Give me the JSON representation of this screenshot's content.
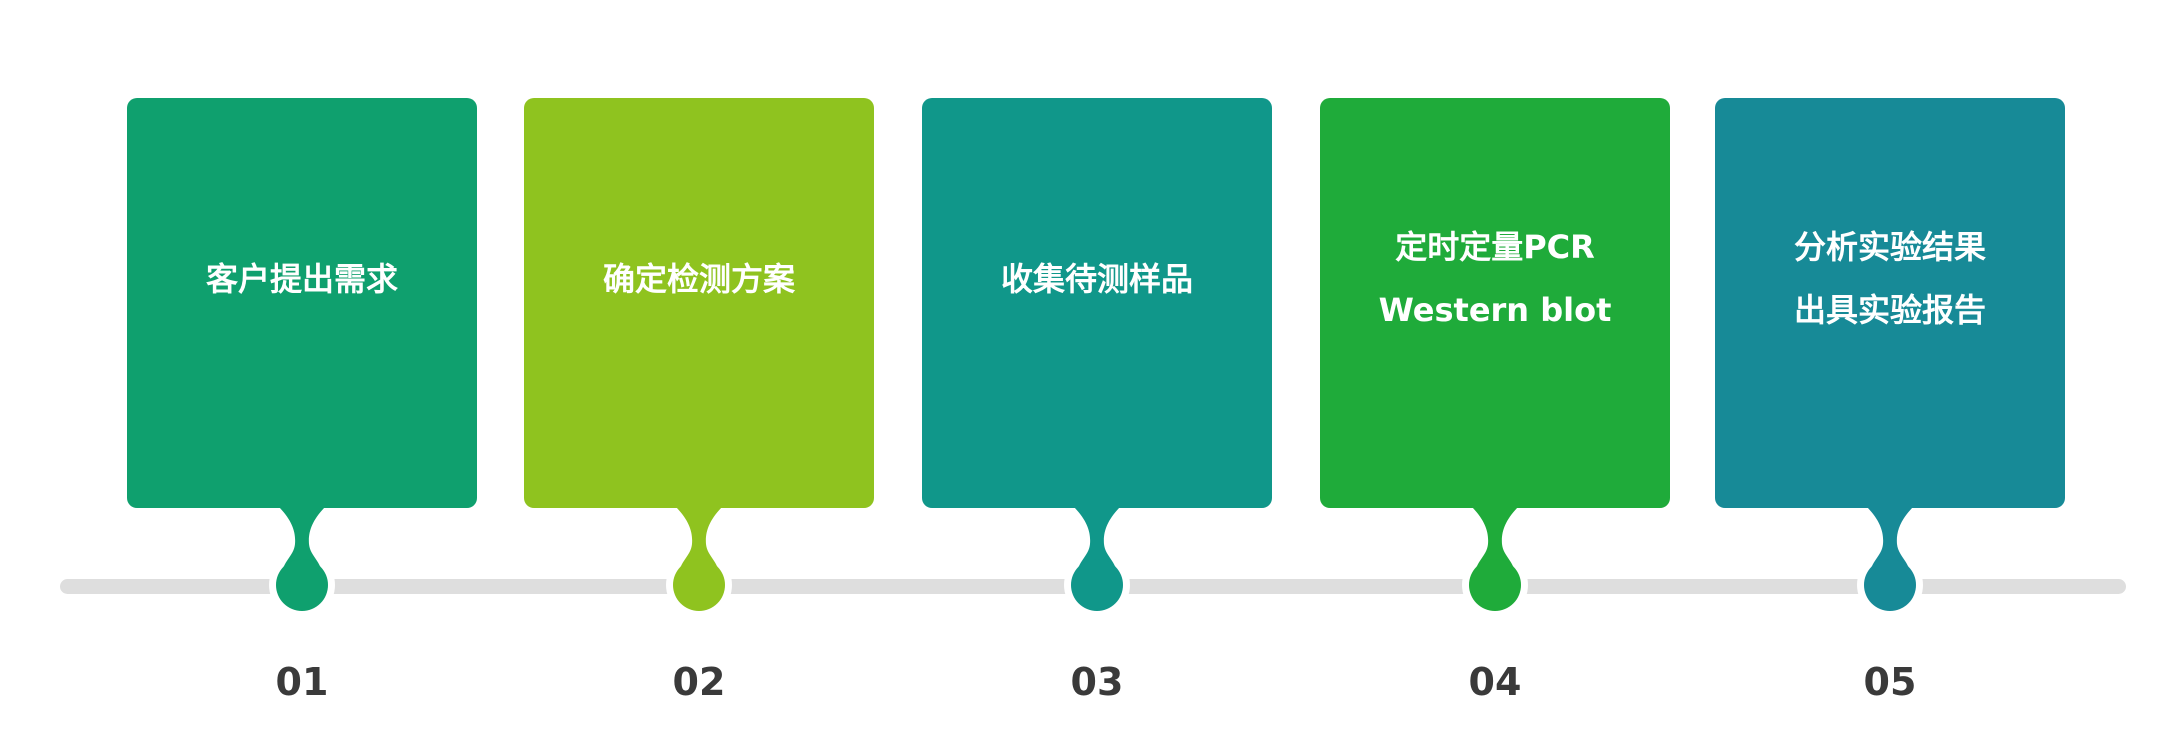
{
  "steps": [
    {
      "number": "01",
      "lines": [
        "客户提出需求"
      ],
      "color": "#0fa06e"
    },
    {
      "number": "02",
      "lines": [
        "确定检测方案"
      ],
      "color": "#8fc31f"
    },
    {
      "number": "03",
      "lines": [
        "收集待测样品"
      ],
      "color": "#10978a"
    },
    {
      "number": "04",
      "lines": [
        "定时定量PCR",
        "Western blot"
      ],
      "color": "#1fab3a"
    },
    {
      "number": "05",
      "lines": [
        "分析实验结果",
        "出具实验报告"
      ],
      "color": "#178a97"
    }
  ],
  "track_color": "#dedede"
}
